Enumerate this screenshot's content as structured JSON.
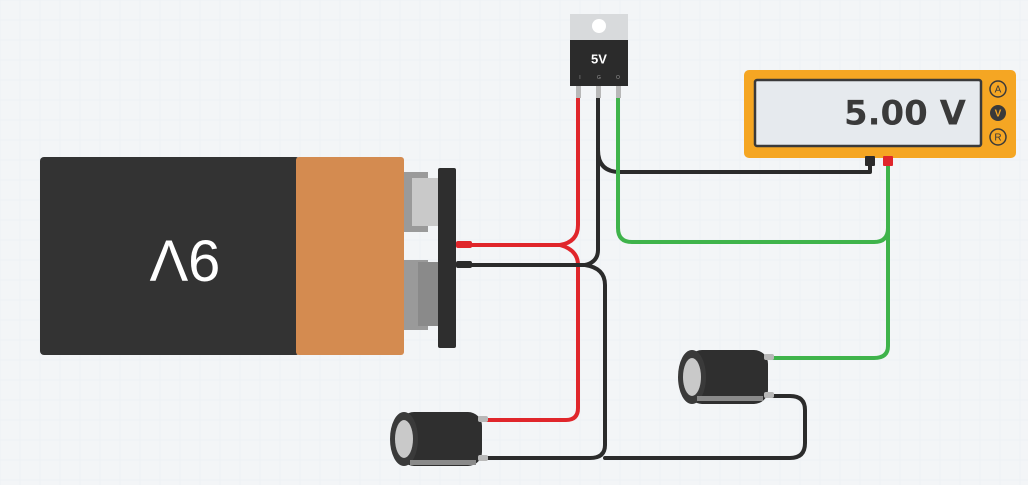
{
  "battery": {
    "label": "9V"
  },
  "regulator": {
    "label": "5V",
    "pins": [
      "I",
      "G",
      "O"
    ]
  },
  "multimeter": {
    "reading": "5.00 V",
    "modes": [
      "A",
      "V",
      "R"
    ],
    "active_mode": "V"
  },
  "colors": {
    "wire_positive": "#e0262b",
    "wire_ground": "#2b2b2b",
    "wire_output": "#3fb34b",
    "meter_body": "#f5a623",
    "battery_body": "#333333",
    "battery_band": "#d48b50"
  }
}
